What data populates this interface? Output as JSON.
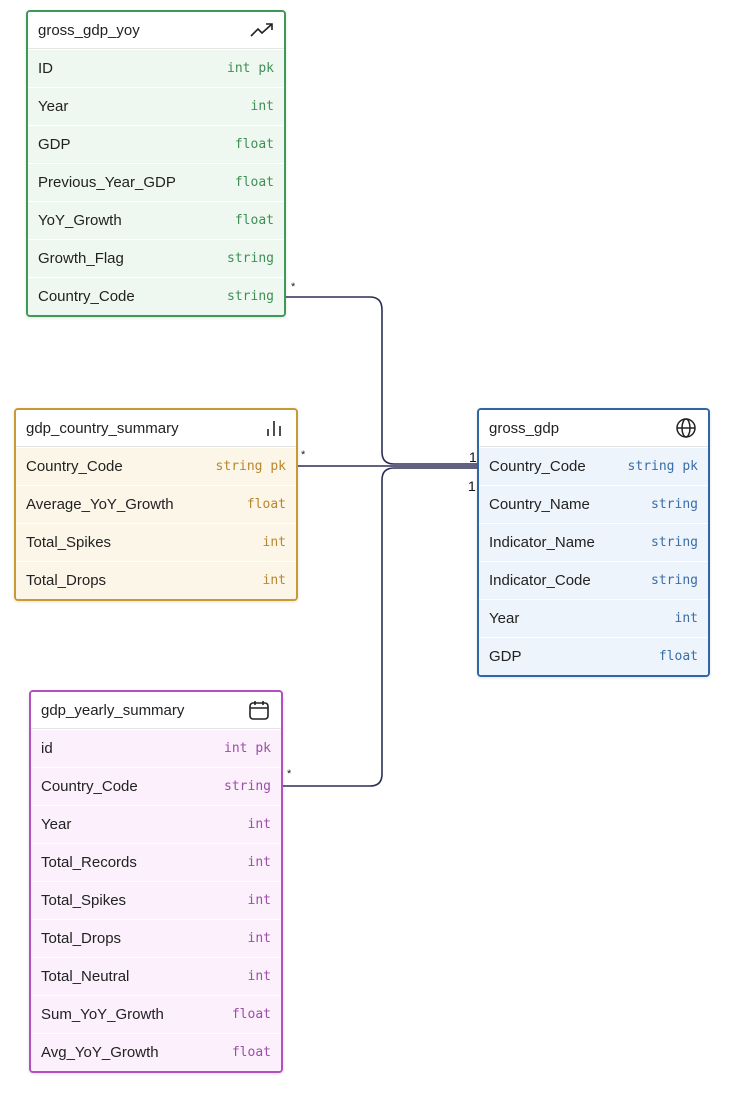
{
  "tables": {
    "gross_gdp_yoy": {
      "title": "gross_gdp_yoy",
      "icon": "trending-up-icon",
      "color": "#3c9a55",
      "fields": [
        {
          "name": "ID",
          "type": "int pk"
        },
        {
          "name": "Year",
          "type": "int"
        },
        {
          "name": "GDP",
          "type": "float"
        },
        {
          "name": "Previous_Year_GDP",
          "type": "float"
        },
        {
          "name": "YoY_Growth",
          "type": "float"
        },
        {
          "name": "Growth_Flag",
          "type": "string"
        },
        {
          "name": "Country_Code",
          "type": "string"
        }
      ]
    },
    "gdp_country_summary": {
      "title": "gdp_country_summary",
      "icon": "bar-chart-icon",
      "color": "#c79a36",
      "fields": [
        {
          "name": "Country_Code",
          "type": "string pk"
        },
        {
          "name": "Average_YoY_Growth",
          "type": "float"
        },
        {
          "name": "Total_Spikes",
          "type": "int"
        },
        {
          "name": "Total_Drops",
          "type": "int"
        }
      ]
    },
    "gross_gdp": {
      "title": "gross_gdp",
      "icon": "globe-icon",
      "color": "#2f66a8",
      "fields": [
        {
          "name": "Country_Code",
          "type": "string pk"
        },
        {
          "name": "Country_Name",
          "type": "string"
        },
        {
          "name": "Indicator_Name",
          "type": "string"
        },
        {
          "name": "Indicator_Code",
          "type": "string"
        },
        {
          "name": "Year",
          "type": "int"
        },
        {
          "name": "GDP",
          "type": "float"
        }
      ]
    },
    "gdp_yearly_summary": {
      "title": "gdp_yearly_summary",
      "icon": "calendar-icon",
      "color": "#b44fc0",
      "fields": [
        {
          "name": "id",
          "type": "int pk"
        },
        {
          "name": "Country_Code",
          "type": "string"
        },
        {
          "name": "Year",
          "type": "int"
        },
        {
          "name": "Total_Records",
          "type": "int"
        },
        {
          "name": "Total_Spikes",
          "type": "int"
        },
        {
          "name": "Total_Drops",
          "type": "int"
        },
        {
          "name": "Total_Neutral",
          "type": "int"
        },
        {
          "name": "Sum_YoY_Growth",
          "type": "float"
        },
        {
          "name": "Avg_YoY_Growth",
          "type": "float"
        }
      ]
    }
  },
  "relationships": {
    "many_marker": "*",
    "one_marker": "1",
    "one_one_marker": "1 1"
  }
}
